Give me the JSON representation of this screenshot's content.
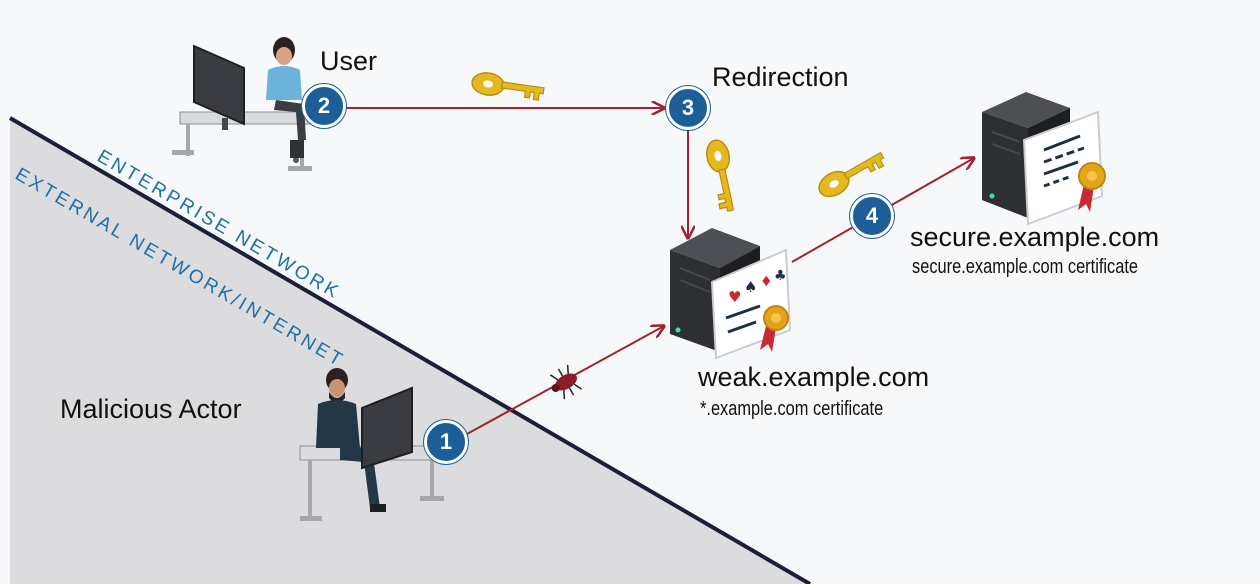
{
  "labels": {
    "user": "User",
    "redirection": "Redirection",
    "malicious_actor": "Malicious Actor",
    "weak_host": "weak.example.com",
    "weak_cert": "*.example.com certificate",
    "secure_host": "secure.example.com",
    "secure_cert": "secure.example.com certificate"
  },
  "zones": {
    "enterprise": "ENTERPRISE NETWORK",
    "external": "EXTERNAL NETWORK/INTERNET"
  },
  "steps": [
    "1",
    "2",
    "3",
    "4"
  ],
  "colors": {
    "background": "#f7f8fa",
    "external_area": "#dcdcde",
    "boundary_line": "#1b1f3a",
    "arrow": "#a0232e",
    "badge": "#1c5e98",
    "zone_text": "#1f6fa7",
    "key": "#e6b820",
    "server": "#2e2f33",
    "seal": "#e3a41c",
    "ribbon": "#c62a35"
  },
  "icons": [
    "user-workstation-icon",
    "attacker-workstation-icon",
    "key-icon",
    "weak-server-icon",
    "secure-server-icon",
    "weak-certificate-icon",
    "secure-certificate-icon",
    "bug-icon"
  ]
}
